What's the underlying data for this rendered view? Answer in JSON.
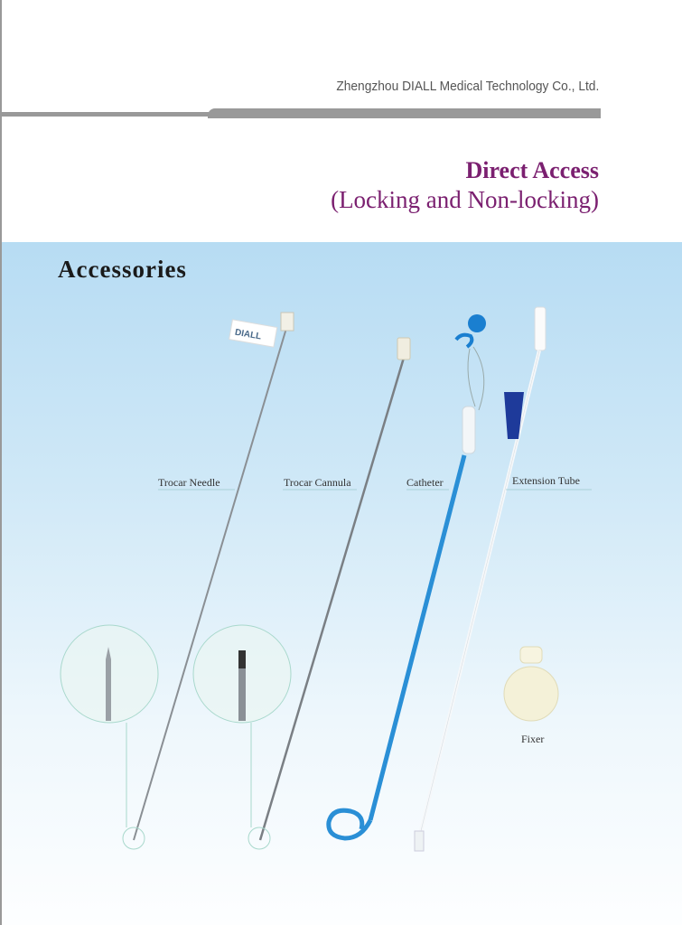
{
  "header": {
    "company": "Zhengzhou DIALL Medical Technology Co., Ltd.",
    "title": "Direct Access",
    "subtitle": "(Locking and Non-locking)"
  },
  "section": {
    "title": "Accessories"
  },
  "items": [
    {
      "label": "Trocar Needle"
    },
    {
      "label": "Trocar Cannula"
    },
    {
      "label": "Catheter"
    },
    {
      "label": "Extension Tube"
    },
    {
      "label": "Fixer"
    }
  ],
  "logo_text": "DIALL",
  "colors": {
    "title": "#7b2070",
    "catheter": "#2a8fd6",
    "clamp": "#1e3a9a"
  }
}
